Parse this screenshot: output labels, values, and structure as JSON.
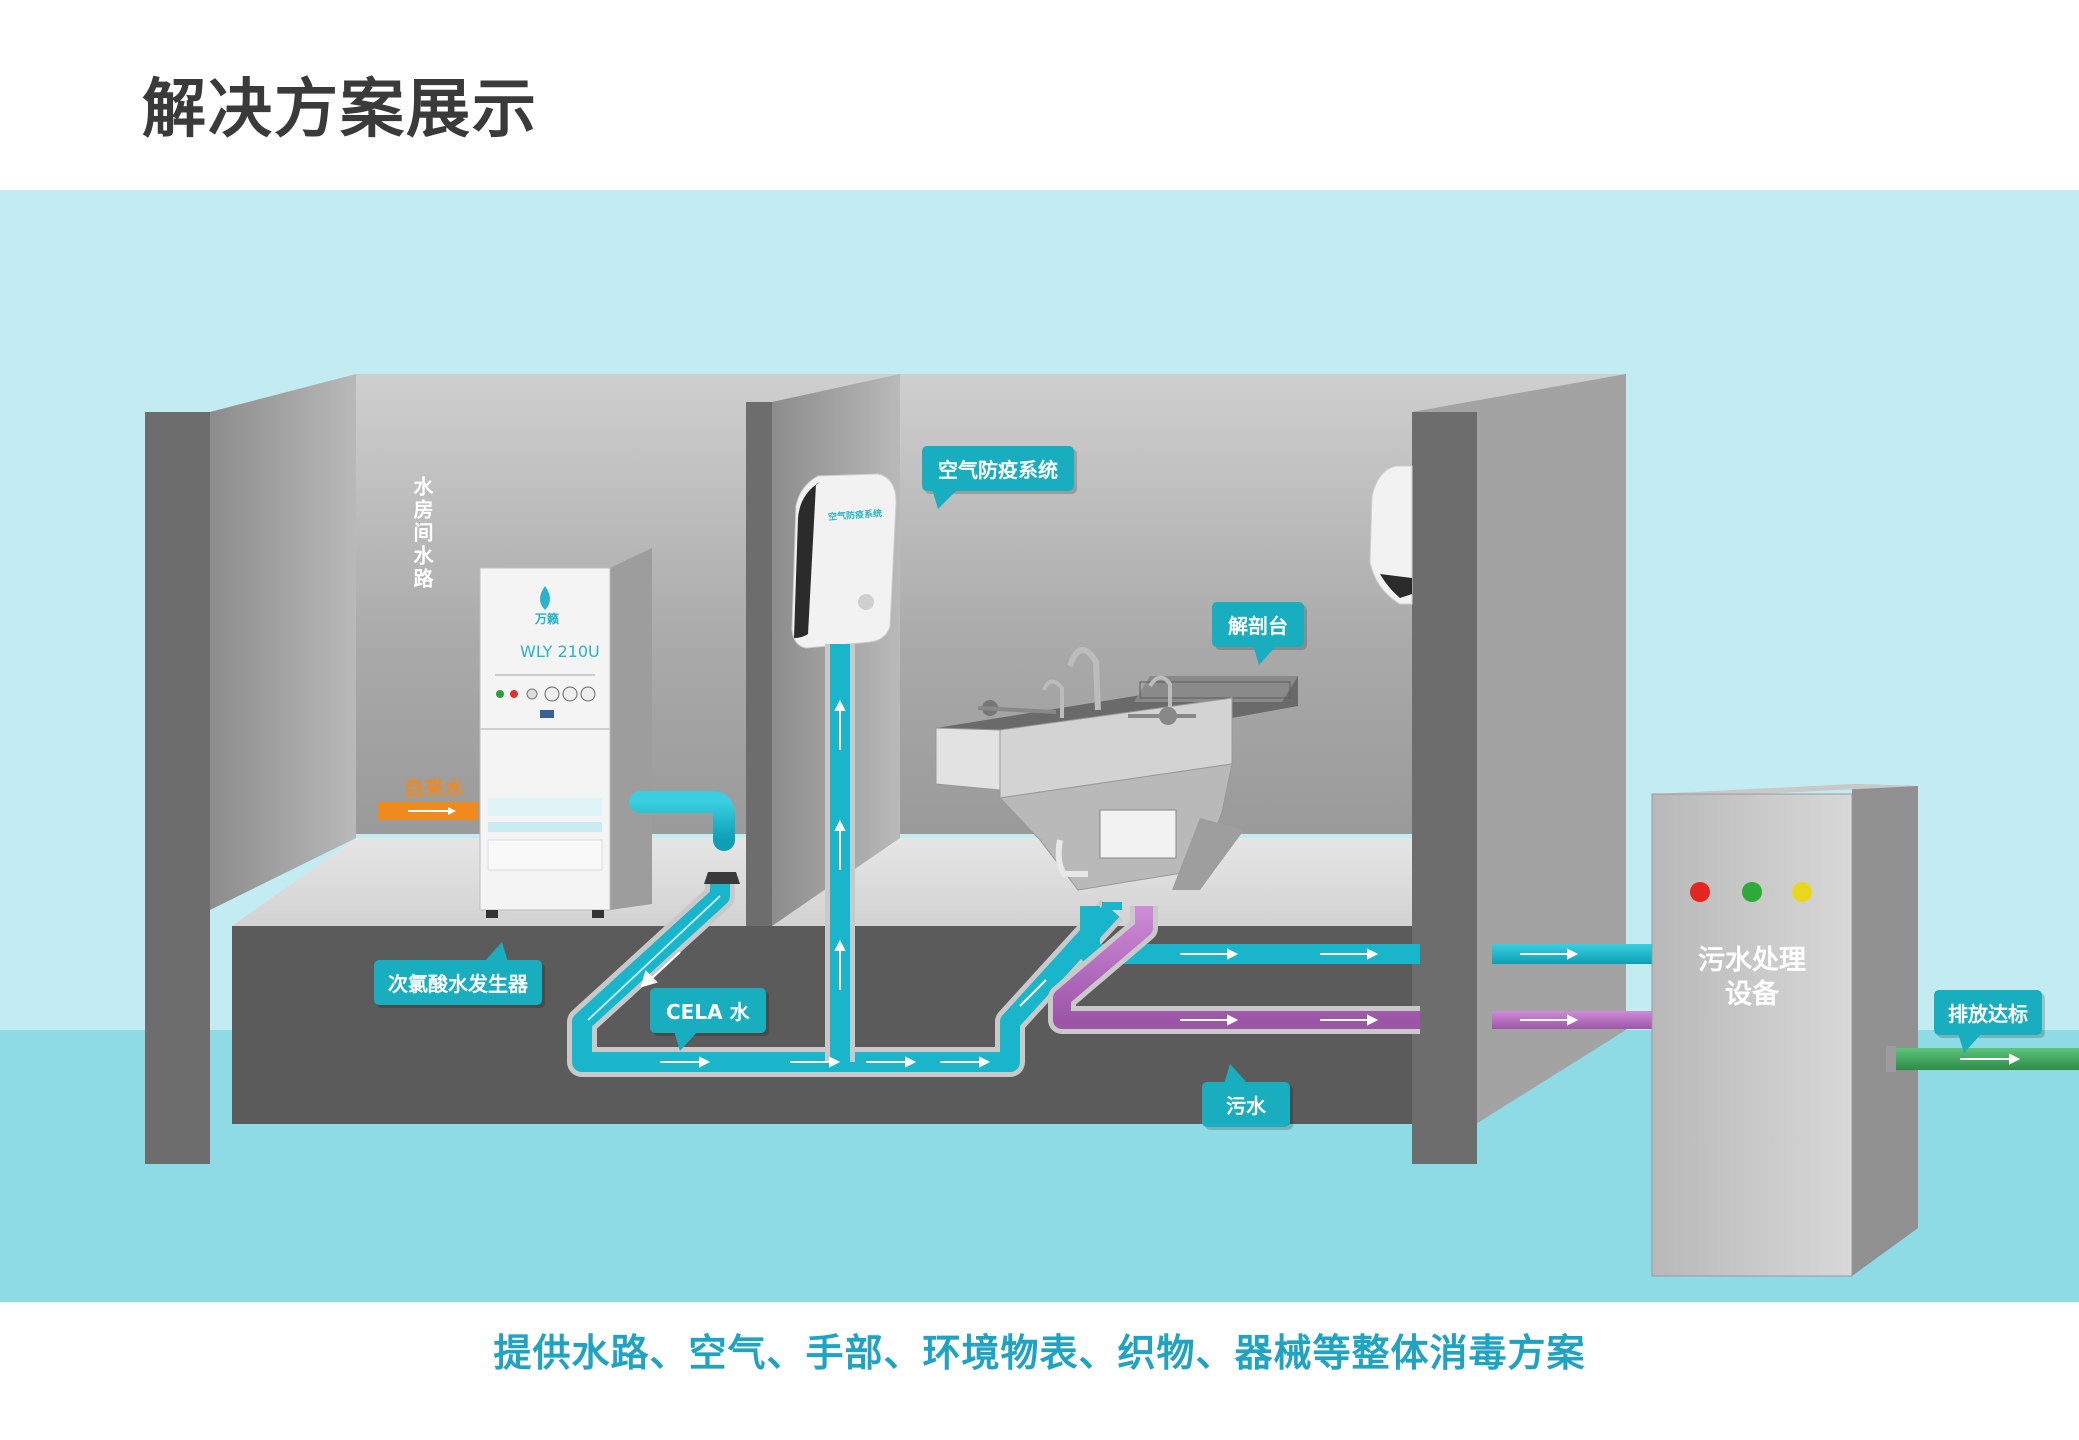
{
  "header": {
    "title": "解决方案展示"
  },
  "labels": {
    "water_room_path": "水房间水路",
    "tap_water": "自来水",
    "generator": "次氯酸水发生器",
    "cela_water": "CELA 水",
    "air_system": "空气防疫系统",
    "dissection_table": "解剖台",
    "sewage": "污水",
    "treatment_device": "污水处理\n设备",
    "discharge": "排放达标"
  },
  "machine": {
    "brand": "万籁",
    "model": "WLY 210U"
  },
  "wall_unit": {
    "label": "空气防疫系统"
  },
  "colors": {
    "sky": "#c3ecf2",
    "ground_band": "#8fdbe5",
    "wall_light": "#b5b5b5",
    "wall_dark": "#6d6d6d",
    "floor_dark": "#5b5b5b",
    "cela_pipe": "#17b3c9",
    "sewage_pipe": "#b670c0",
    "discharge_pipe": "#3fa55c",
    "tap_arrow": "#ef8a1f",
    "callout": "#19aebf",
    "footer_text": "#1ea3c2"
  },
  "footer": {
    "text": "提供水路、空气、手部、环境物表、织物、器械等整体消毒方案"
  }
}
